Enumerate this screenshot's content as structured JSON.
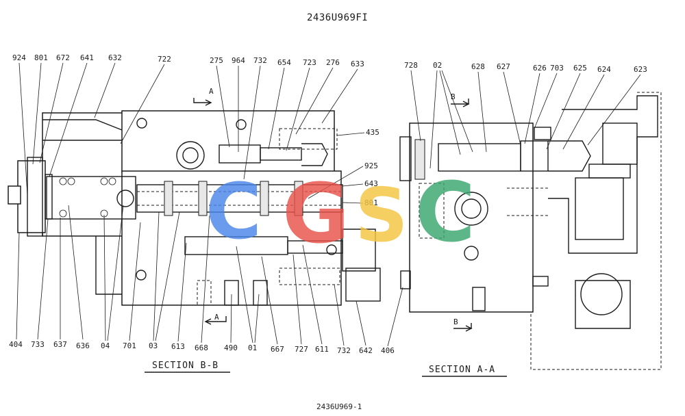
{
  "drawing_number": "2436U969FI",
  "footer_number": "2436U969-1",
  "section_bb_title": "SECTION B-B",
  "section_aa_title": "SECTION A-A",
  "section_markers": {
    "a_top": "A",
    "a_bottom": "A",
    "b_top": "B",
    "b_bottom": "B"
  },
  "watermark": {
    "letters": [
      "C",
      "G",
      "S",
      "C"
    ],
    "colors": [
      "#4a86e8",
      "#e8524a",
      "#f5c542",
      "#3aa76d"
    ]
  },
  "callouts_bb_top": [
    "924",
    "801",
    "672",
    "641",
    "632",
    "722",
    "275",
    "964",
    "732",
    "654",
    "723",
    "276",
    "633"
  ],
  "callouts_bb_right": [
    "435",
    "925",
    "643",
    "801"
  ],
  "callouts_bb_bottom": [
    "404",
    "733",
    "637",
    "636",
    "04",
    "701",
    "03",
    "613",
    "668",
    "490",
    "01",
    "667",
    "727",
    "611",
    "732",
    "642"
  ],
  "callouts_aa_top": [
    "728",
    "02",
    "628",
    "627",
    "626",
    "703",
    "625",
    "624",
    "623"
  ],
  "callouts_aa_bottom": [
    "406"
  ]
}
